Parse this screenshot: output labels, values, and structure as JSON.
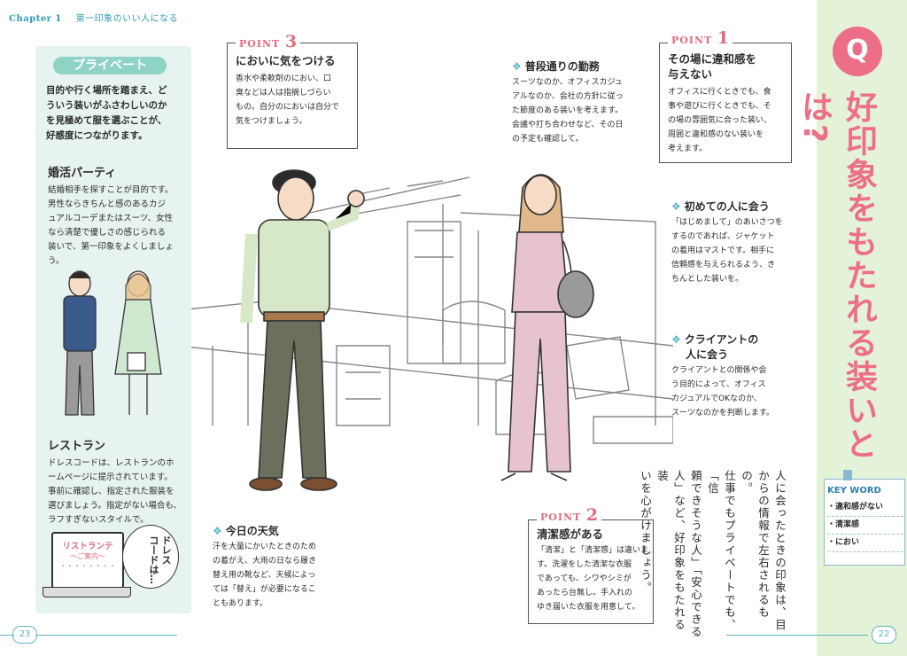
{
  "header": {
    "chapter": "Chapter 1",
    "chapter_title": "第一印象のいい人になる"
  },
  "private": {
    "label": "プライベート",
    "intro": [
      "目的や行く場所を踏まえ、ど",
      "ういう装いがふさわしいのか",
      "を見極めて服を選ぶことが、",
      "好感度につながります。"
    ],
    "konkatsu": {
      "title": "婚活パーティ",
      "body": [
        "結婚相手を探すことが目的です。",
        "男性ならきちんと感のあるカジ",
        "ュアルコーデまたはスーツ、女性",
        "なら清楚で優しさの感じられる",
        "装いで、第一印象をよくしましょ",
        "う。"
      ]
    },
    "restaurant": {
      "title": "レストラン",
      "body": [
        "ドレスコードは、レストランのホ",
        "ームページに提示されています。",
        "事前に確認し、指定された服装を",
        "選びましょう。指定がない場合も、",
        "ラフすぎないスタイルで。"
      ]
    },
    "laptop_text": [
      "リストランテ",
      "〜ご案内〜",
      "・・・・・・・・"
    ],
    "bubble_text": [
      "ドレス",
      "コードは…"
    ]
  },
  "point3": {
    "word": "POINT",
    "num": "3",
    "title": "においに気をつける",
    "body": [
      "香水や柔軟剤のにおい、口",
      "臭などは人は指摘しづらい",
      "もの。自分のにおいは自分で",
      "気をつけましょう。"
    ]
  },
  "point1": {
    "word": "POINT",
    "num": "1",
    "title": [
      "その場に違和感を",
      "与えない"
    ],
    "body": [
      "オフィスに行くときでも、食",
      "事や遊びに行くときでも、そ",
      "の場の雰囲気に合った装い、",
      "周囲と違和感のない装いを",
      "考えます。"
    ]
  },
  "point2": {
    "word": "POINT",
    "num": "2",
    "title": "清潔感がある",
    "body": [
      "「清潔」と「清潔感」は違いま",
      "す。洗濯をした清潔な衣服",
      "であっても、シワやシミが",
      "あったら台無し。手入れの",
      "ゆき届いた衣服を用意して。"
    ]
  },
  "tip_daily": {
    "title": "普段通りの勤務",
    "body": [
      "スーツなのか、オフィスカジュ",
      "アルなのか、会社の方針に従っ",
      "た節度のある装いを考えます。",
      "会議や打ち合わせなど、その日",
      "の予定も確認して。"
    ]
  },
  "tip_first": {
    "title": "初めての人に会う",
    "body": [
      "「はじめまして」のあいさつを",
      "するのであれば、ジャケット",
      "の着用はマストです。相手に",
      "信頼感を与えられるよう、き",
      "ちんとした装いを。"
    ]
  },
  "tip_client": {
    "title": [
      "クライアントの",
      "人に会う"
    ],
    "body": [
      "クライアントとの関係や会",
      "う目的によって、オフィス",
      "カジュアルでOKなのか、",
      "スーツなのかを判断します。"
    ]
  },
  "tip_weather": {
    "title": "今日の天気",
    "body": [
      "汗を大量にかいたときのため",
      "の着がえ、大雨の日なら履き",
      "替え用の靴など、天候によっ",
      "ては「替え」が必要になるこ",
      "ともあります。"
    ]
  },
  "vertical_text": [
    "人に会ったときの印象は、目",
    "からの情報で左右されるもの。",
    "仕事でもプライベートでも、「信",
    "頼できそうな人」「安心できる",
    "人」など、好印象をもたれる装",
    "いを心がけましょう。"
  ],
  "title": {
    "q": "Q",
    "main": "好印象をもたれる装いとは?"
  },
  "keyword": {
    "head": "KEY WORD",
    "items": [
      "・違和感がない",
      "・清潔感",
      "・におい"
    ]
  },
  "pages": {
    "left": "23",
    "right": "22"
  },
  "colors": {
    "accent_pink": "#ec6f87",
    "accent_teal": "#5db3c9",
    "mint": "#8fd3c4",
    "green_bg": "#e4f2d8"
  }
}
